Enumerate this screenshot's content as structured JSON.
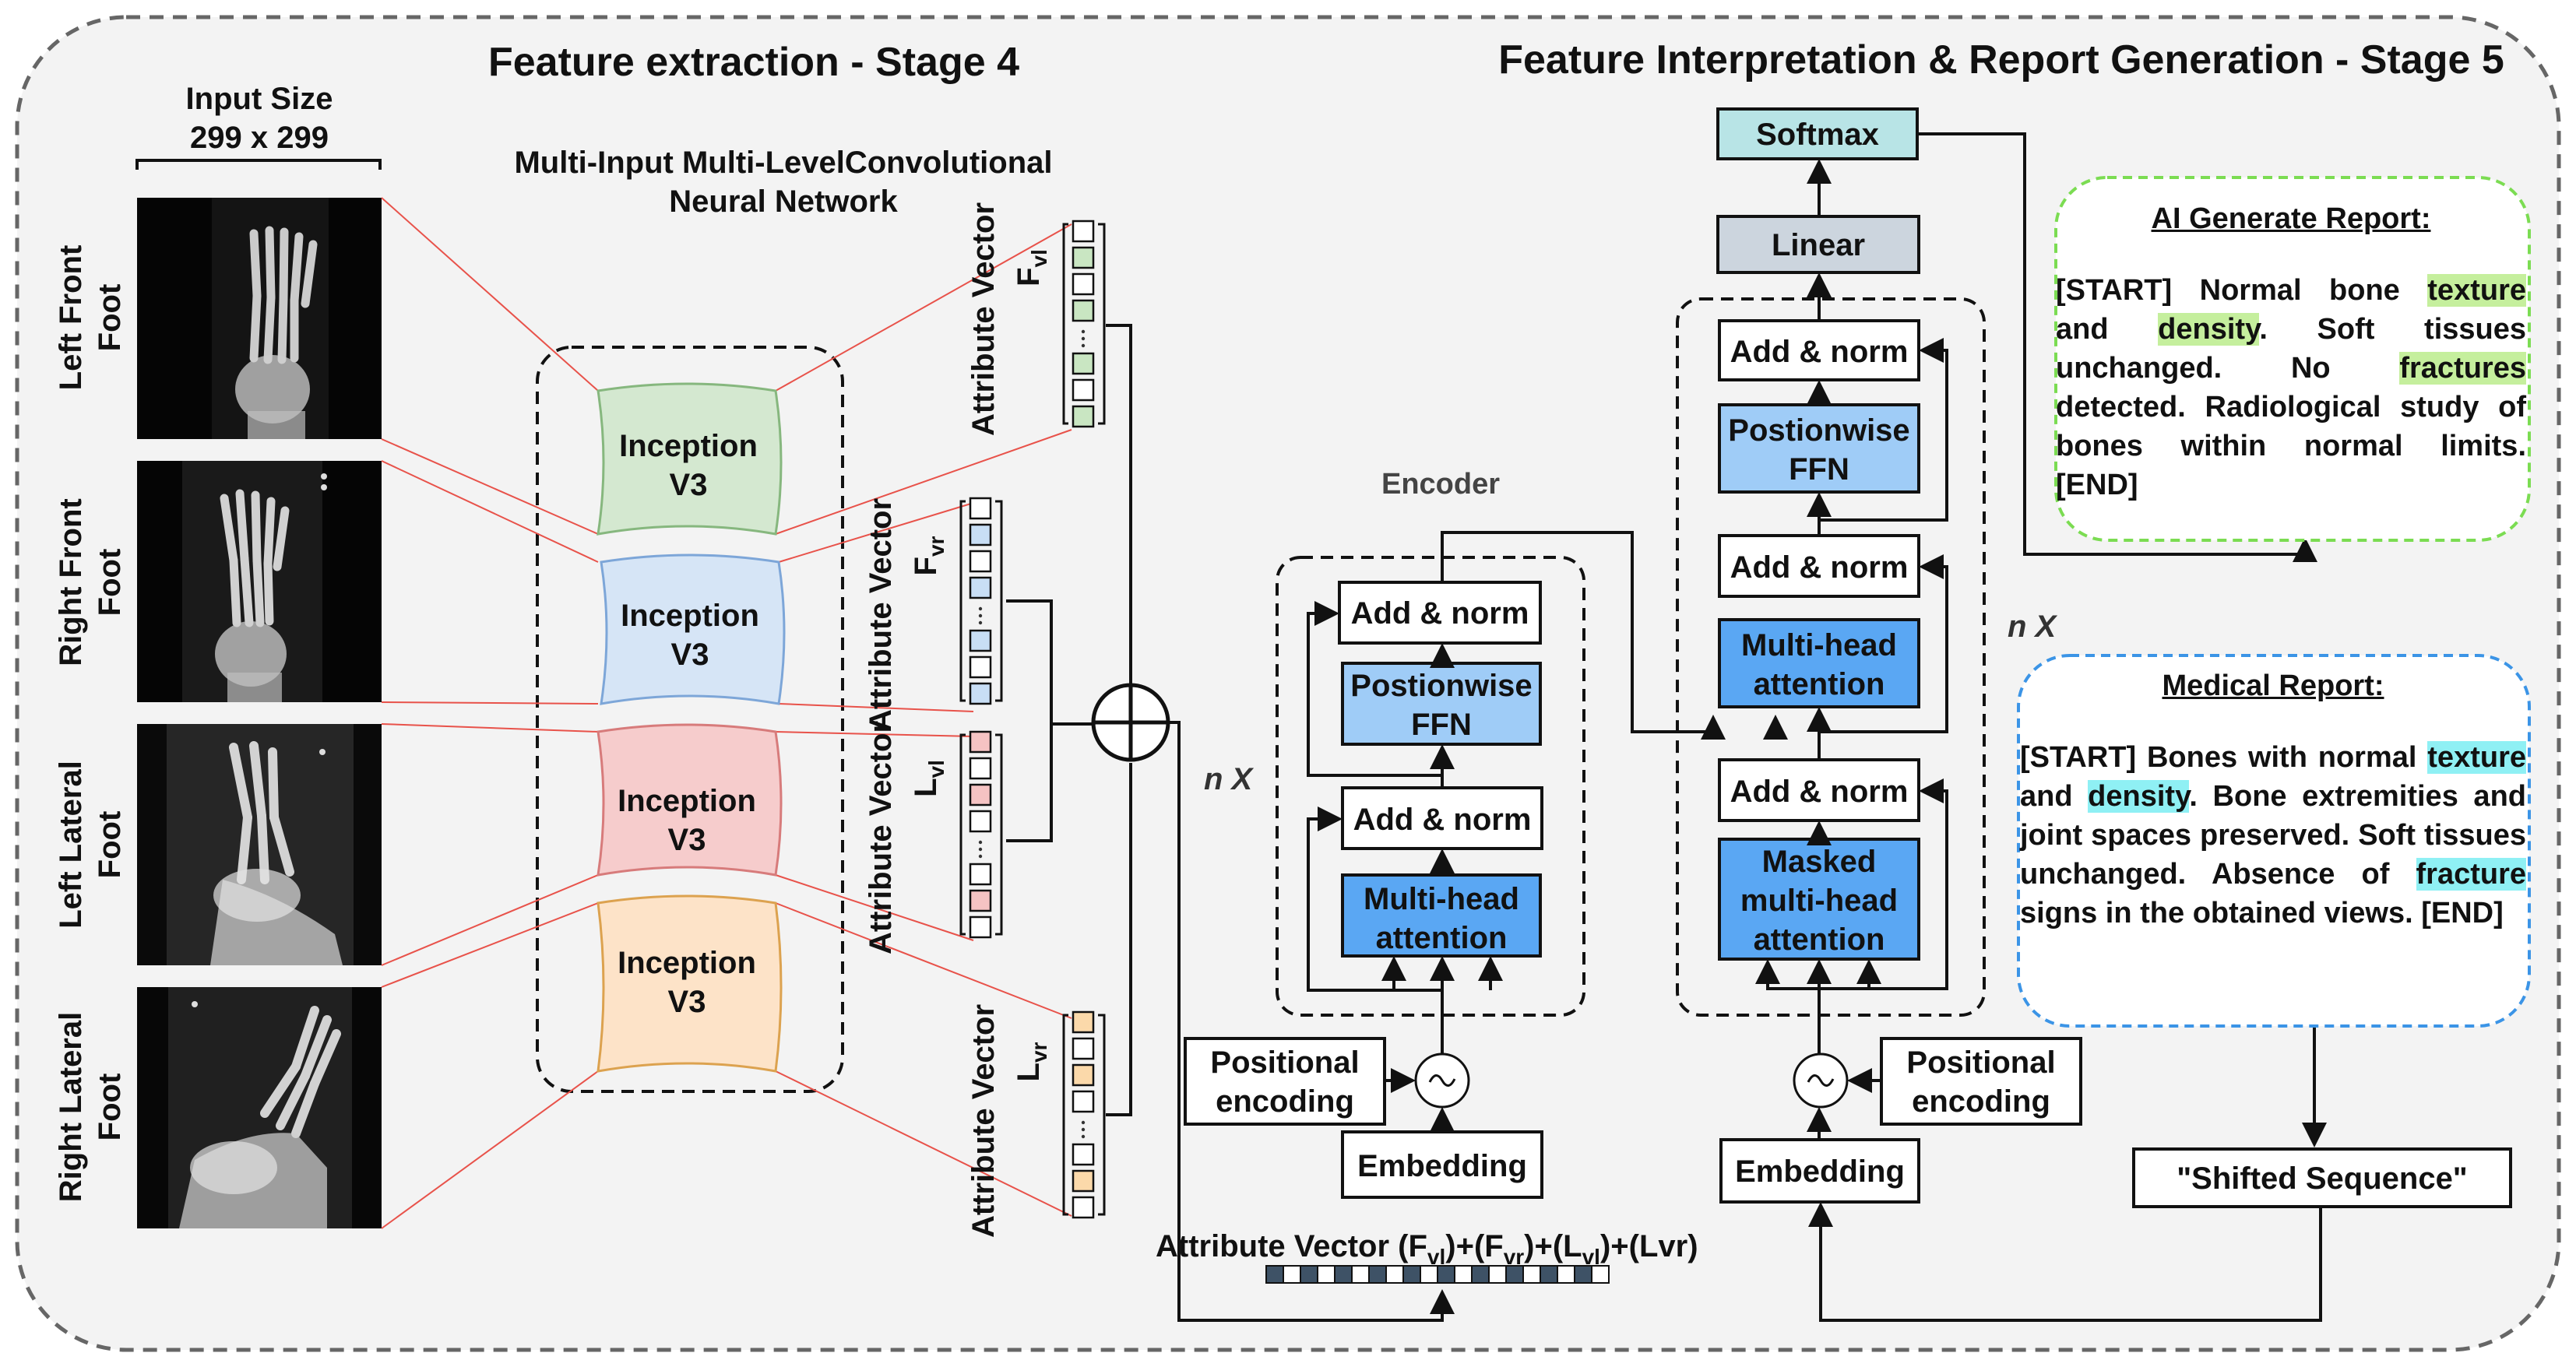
{
  "colors": {
    "frame": "#666666",
    "panel": "#f3f3f3",
    "connector_red": "#e8524a",
    "inception_green": "#d4e8d0",
    "inception_blue": "#d6e5f6",
    "inception_red": "#f6cccc",
    "inception_orange": "#fde3c8",
    "ffn_light_blue": "#9fccf7",
    "attention_blue": "#5aa7f3",
    "softmax": "#b8e4e6",
    "linear": "#ccd5de",
    "report_ai_border": "#7bdc52",
    "report_medical_border": "#3b94e6",
    "highlight_green": "#c5ef9d",
    "highlight_cyan": "#8ff0f4"
  },
  "stage4": {
    "title": "Feature extraction - Stage 4",
    "input_size": "Input Size",
    "input_dims": "299 x 299",
    "network_title_line1": "Multi-Input Multi-LevelConvolutional",
    "network_title_line2": "Neural Network",
    "views": [
      {
        "line1": "Left Front",
        "line2": "Foot"
      },
      {
        "line1": "Right Front",
        "line2": "Foot"
      },
      {
        "line1": "Left Lateral",
        "line2": "Foot"
      },
      {
        "line1": "Right Lateral",
        "line2": "Foot"
      }
    ],
    "inception_line1": "Inception",
    "inception_line2": "V3",
    "attribute_prefix": "Attribute",
    "attribute_vectors": [
      {
        "name": "F",
        "sub": "vl"
      },
      {
        "name": "F",
        "sub": "vr"
      },
      {
        "name": "L",
        "sub": "vl"
      },
      {
        "name": "L",
        "sub": "vr"
      }
    ],
    "vector_word": "Vector",
    "concat_label": "Attribute Vector (F",
    "concat_parts": [
      "vl",
      ")+(F",
      "vr",
      ")+(L",
      "vl",
      ")+(Lvr)"
    ]
  },
  "stage5": {
    "title": "Feature Interpretation & Report Generation - Stage 5",
    "encoder_label": "Encoder",
    "nx_label": "n X",
    "softmax": "Softmax",
    "linear": "Linear",
    "add_norm": "Add & norm",
    "ffn_line1": "Postionwise",
    "ffn_line2": "FFN",
    "mha_line1": "Multi-head",
    "mha_line2": "attention",
    "masked_line1": "Masked",
    "masked_line2": "multi-head",
    "masked_line3": "attention",
    "pos_enc_line1": "Positional",
    "pos_enc_line2": "encoding",
    "embedding": "Embedding",
    "shifted_sequence": "\"Shifted Sequence\""
  },
  "reports": {
    "ai_title": "AI Generate Report:",
    "ai_text": {
      "p1": "[START] Normal bone ",
      "h1": "texture",
      "p2": " and ",
      "h2": "density",
      "p3": ". Soft tissues unchanged. No ",
      "h3": "fractures",
      "p4": " detected. Radiological study of bones within normal limits. [END]"
    },
    "medical_title": "Medical Report:",
    "medical_text": {
      "p1": "[START] Bones with normal ",
      "h1": "texture",
      "p2": " and ",
      "h2": "density",
      "p3": ". Bone extremities and joint spaces preserved. Soft tissues unchanged. Absence of ",
      "h3": "fracture",
      "p4": " signs in the obtained views. [END]"
    }
  }
}
